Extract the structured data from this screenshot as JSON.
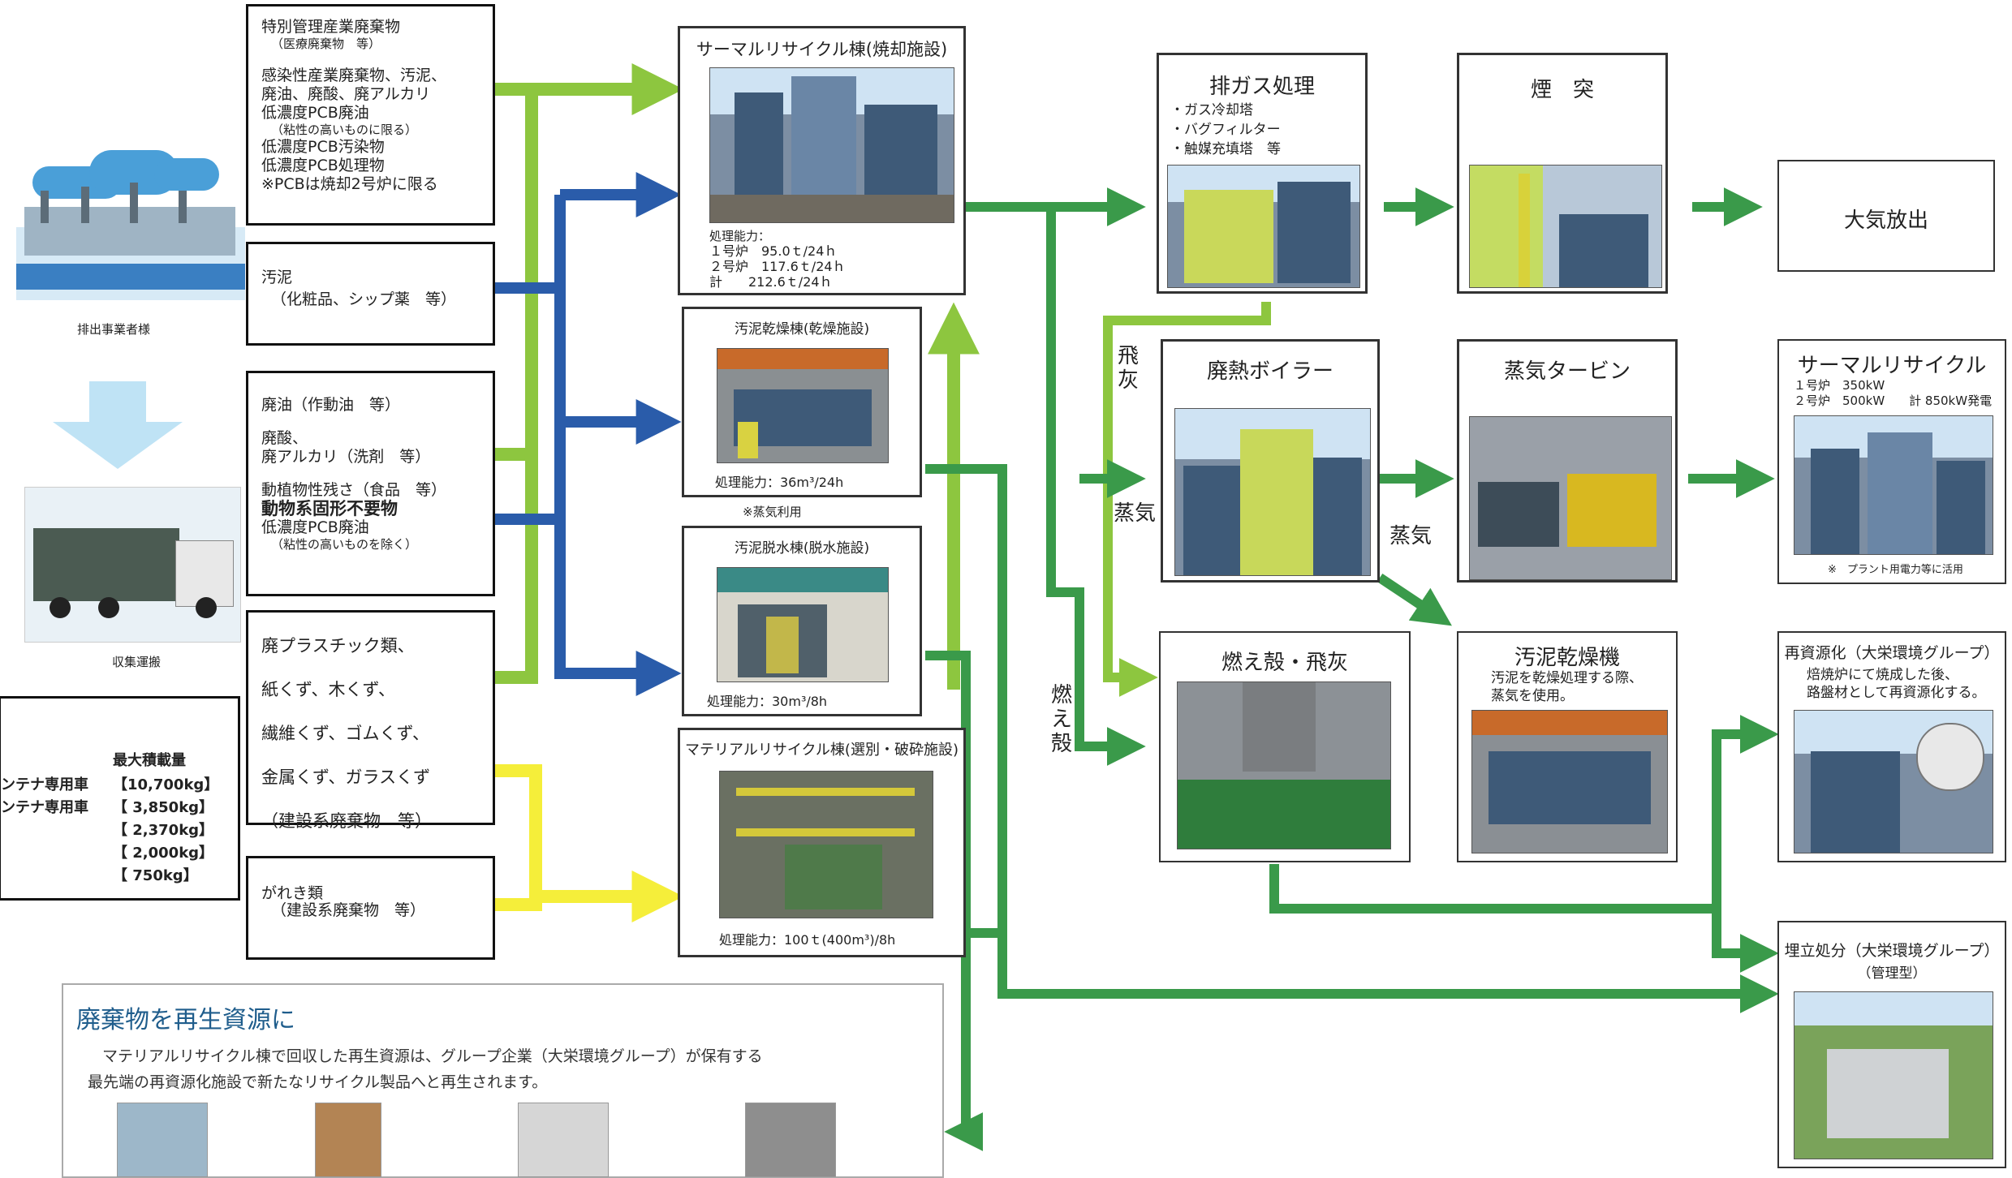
{
  "waste_sources": {
    "box1": {
      "title": "特別管理産業廃棄物",
      "title_sub": "（医療廃棄物　等）",
      "lines": [
        "感染性産業廃棄物、汚泥、",
        "廃油、廃酸、廃アルカリ",
        "低濃度PCB廃油"
      ],
      "line_sub": "（粘性の高いものに限る）",
      "lines2": [
        "低濃度PCB汚染物",
        "低濃度PCB処理物",
        "※PCBは焼却2号炉に限る"
      ]
    },
    "box2": {
      "title": "汚泥",
      "sub": "（化粧品、シップ薬　等）"
    },
    "box3": {
      "l1": "廃油（作動油　等）",
      "l2": "廃酸、",
      "l3": "廃アルカリ（洗剤　等）",
      "l4": "動植物性残さ（食品　等）",
      "l5": "動物系固形不要物",
      "l6": "低濃度PCB廃油",
      "l7": "（粘性の高いものを除く）"
    },
    "box4": [
      "廃プラスチック類、",
      "紙くず、木くず、",
      "繊維くず、ゴムくず、",
      "金属くず、ガラスくず",
      "（建設系廃棄物　等）"
    ],
    "box5": {
      "title": "がれき類",
      "sub": "（建設系廃棄物　等）"
    }
  },
  "left_panel": {
    "factory_caption": "排出事業者様",
    "truck_caption": "収集運搬"
  },
  "truck_table": {
    "header": "最大積載量",
    "rows": [
      {
        "name": "ンテナ専用車",
        "weight": "【10,700kg】"
      },
      {
        "name": "ンテナ専用車",
        "weight": "【  3,850kg】"
      },
      {
        "name": "",
        "weight": "【  2,370kg】"
      },
      {
        "name": "",
        "weight": "【  2,000kg】"
      },
      {
        "name": "",
        "weight": "【     750kg】"
      }
    ]
  },
  "facilities": {
    "thermal": {
      "title": "サーマルリサイクル棟(焼却施設)",
      "cap_head": "処理能力：",
      "cap_rows": [
        "１号炉　95.0ｔ/24ｈ",
        "２号炉　117.6ｔ/24ｈ",
        "計　　212.6ｔ/24ｈ"
      ]
    },
    "sludge_dry": {
      "title": "汚泥乾燥棟(乾燥施設)",
      "cap": "処理能力：36m³/24h",
      "note": "※蒸気利用"
    },
    "sludge_dewater": {
      "title": "汚泥脱水棟(脱水施設)",
      "cap": "処理能力：30m³/8h"
    },
    "material": {
      "title": "マテリアルリサイクル棟(選別・破砕施設)",
      "cap": "処理能力：100ｔ(400m³)/8h"
    },
    "gas": {
      "title": "排ガス処理",
      "items": [
        "・ガス冷却塔",
        "・バグフィルター",
        "・触媒充填塔　等"
      ]
    },
    "chimney": {
      "title": "煙　突"
    },
    "atmos": {
      "title": "大気放出"
    },
    "boiler": {
      "title": "廃熱ボイラー"
    },
    "turbine": {
      "title": "蒸気タービン"
    },
    "thermal_recycle": {
      "title": "サーマルリサイクル",
      "rows": [
        "１号炉　350kW",
        "２号炉　500kW　　計 850kW発電"
      ],
      "note": "※　プラント用電力等に活用"
    },
    "ash": {
      "title": "燃え殻・飛灰"
    },
    "sludge_dryer2": {
      "title": "汚泥乾燥機",
      "desc": [
        "汚泥を乾燥処理する際、",
        "蒸気を使用。"
      ]
    },
    "reuse": {
      "title": "再資源化（大栄環境グループ）",
      "desc": [
        "焙焼炉にて焼成した後、",
        "路盤材として再資源化する。"
      ]
    },
    "landfill": {
      "title": "埋立処分（大栄環境グループ）",
      "sub": "（管理型）"
    }
  },
  "flow_labels": {
    "fly_ash": "飛灰",
    "steam_v": "蒸気",
    "steam_h": "蒸気",
    "bottom_ash": "燃え殻"
  },
  "recycle_section": {
    "title": "廃棄物を再生資源に",
    "body": [
      "マテリアルリサイクル棟で回収した再生資源は、グループ企業（大栄環境グループ）が保有する",
      "最先端の再資源化施設で新たなリサイクル製品へと再生されます。"
    ]
  },
  "colors": {
    "light_green": "#8dc63f",
    "blue": "#2a5caa",
    "yellow": "#f5ee3a",
    "dark_green": "#3a9a4a",
    "lime": "#d4e157"
  }
}
